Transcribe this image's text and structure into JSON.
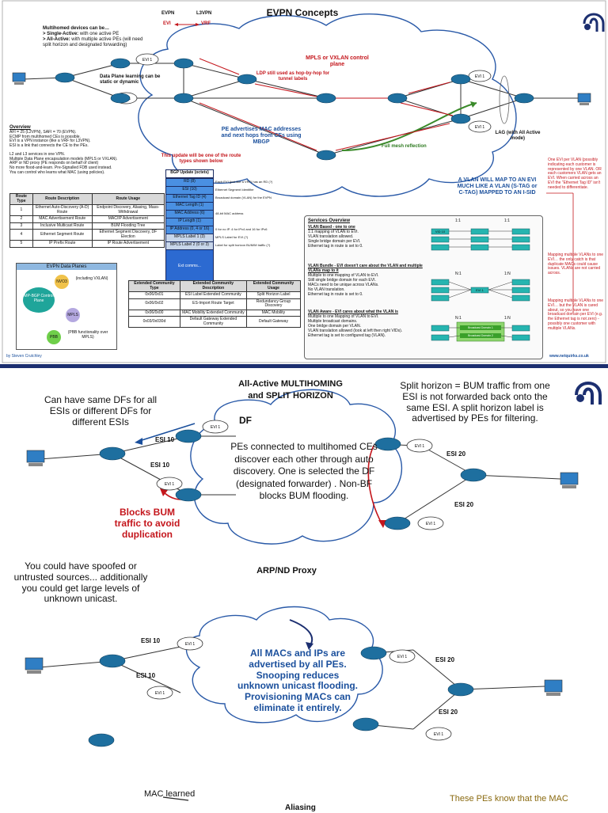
{
  "colors": {
    "accent_red": "#c4161c",
    "accent_blue": "#1a4f9c",
    "cloud_fill": "#ffffff",
    "cloud_border": "#2a5aa8",
    "router": "#1e6f9f",
    "highlight": "#4a90e2"
  },
  "top": {
    "title": "EVPN Concepts",
    "mapping": {
      "evpn": "EVPN",
      "l3vpn": "L3VPN",
      "evi": "EVI",
      "vrf": "VRF"
    },
    "multihomed": {
      "heading": "Multihomed devices can be…",
      "single_b": "> Single-Active:",
      "single": " with one active PE",
      "all_b": "> All-Active:",
      "all": " with multiple active PEs (will need split horizon and designated forwarding)"
    },
    "dp_learning": "Data Plane learning can be static or dynamic",
    "evi_labels": [
      "EVI 1",
      "EVI 1",
      "EVI 1",
      "EVI 1"
    ],
    "mpls_plane": "MPLS or VXLAN control plane",
    "ldp": "LDP still used as hop-by-hop for tunnel labels",
    "pe_adv": "PE advertises MAC addresses and next hops from CEs using MBGP",
    "full_mesh": "Full mesh reflection",
    "lag": "LAG (with All Active mode)",
    "overview": {
      "heading": "Overview",
      "lines": [
        "AFI = 25 (L2VPN), SAFI = 70 (EVPN).",
        "ECMP from multihomed CEs is possible.",
        "EVI is a VPN instance (like a VRF for L3VPN).",
        "ESI is a link that connects the CE to the PEs.",
        "",
        "L2 and L3 services in one VPN.",
        "Multiple Data Plane encapsulation models (MPLS or VXLAN).",
        "ARP or ND proxy (PE responds on behalf of client)",
        "No more flood-and-learn. Pre-Signalled FDB used instead.",
        "You can control who learns what MAC (using policies)."
      ]
    },
    "update_note": "This update will be one of the route types shown below",
    "route_table": {
      "headers": [
        "Route Type",
        "Route Description",
        "Route Usage"
      ],
      "rows": [
        [
          "1",
          "Ethernet Auto-Discovery (A-D) Route",
          "Endpoint Discovery, Aliasing, Mass-Withdrawal"
        ],
        [
          "2",
          "MAC Advertisement Route",
          "MAC/IP Advertisement"
        ],
        [
          "3",
          "Inclusive Multicast Route",
          "BUM Flooding Tree"
        ],
        [
          "4",
          "Ethernet Segment Route",
          "Ethernet Segment Discovery, DF Election"
        ],
        [
          "5",
          "IP Prefix Route",
          "IP Route Advertisement"
        ]
      ]
    },
    "bgp": {
      "title": "BGP Update (octets)",
      "fields": [
        "RD (8)",
        "ESI (10)",
        "Ethernet Tag ID (4)",
        "MAC Length (1)",
        "MAC Address (6)",
        "IP Length (1)",
        "IP Address (0, 4 or 16)",
        "MPLS Label 1 (3)",
        "MPLS Label 2 (0 or 3)",
        "Ext comms..."
      ],
      "notes": [
        "Each EVI (just like a VRF) has an RD (?)",
        "Ethernet Segment Identifier",
        "Broadcast domain (VLAN) for the EVPN",
        "",
        "48-bit MAC address",
        "",
        "0 for no IP. 4 for IPv4 and 16 for IPv6",
        "MPLS Label for EVI (?)",
        "Label for split horizon BUM/M traffic (?)"
      ]
    },
    "dataplanes": {
      "title": "EVPN Data Planes",
      "center": "MP-BGP Control Plane",
      "nvo": "NVO3",
      "mpls": "MPLS",
      "pbb": "PBB",
      "inc_vxlan": "(including VXLAN)",
      "pbb_note": "(PBB functionality over MPLS)"
    },
    "ext_table": {
      "headers": [
        "Extended Community Type",
        "Extended Community Description",
        "Extended Community Usage"
      ],
      "rows": [
        [
          "0x06/0x01",
          "ESI Label Extended Community",
          "Split Horizon Label"
        ],
        [
          "0x06/0x02",
          "ES-Import Route Target",
          "Redundancy Group Discovery"
        ],
        [
          "0x06/0x00",
          "MAC Mobility Extended Community",
          "MAC Mobility"
        ],
        [
          "0x03/0x030d",
          "Default Gateway Extended Community",
          "Default Gateway"
        ]
      ]
    },
    "vlan_map": "A VLAN WILL MAP TO AN EVI MUCH LIKE A VLAN (S-TAG or C-TAG) MAPPED TO AN I-SID",
    "right_notes": [
      "One EVI per VLAN (possibly indicating each customer is represented by one VLAN. OR each customers VLAN gets an EVI. When carried across an EVI the \"Ethernet Tag ID\" isn't needed to differentiate.",
      "Mapping multiple VLANs to one EVI… the only catch is that duplicate MACs could cause issues. VLANs are not carried across.",
      "Mapping multiple VLANs to one EVI… but the VLAN is cared about, so you have one broadcast domain per EVI (e.g. the Ethernet tag is not zero) - possibly one customer with multiple VLANs."
    ],
    "services": {
      "heading": "Services Overview",
      "sections": [
        {
          "title": "VLAN Based - one to one",
          "lines": [
            "1:1 mapping of VLAN to EVI.",
            "VLAN translation allowed.",
            "Single bridge domain per EVI.",
            "Ethernet tag in route is set to 0."
          ],
          "ratio_l": "1:1",
          "ratio_r": "1:1"
        },
        {
          "title": "VLAN Bundle - EVI doesn't care about the VLAN and multiple VLANs map to it",
          "lines": [
            "Multiple to one mapping of VLAN to EVI.",
            "Still single bridge domain for each EVI.",
            "MACs need to be unique across VLANs.",
            "No VLAN translation.",
            "Ethernet tag in route is set to 0."
          ],
          "ratio_l": "N:1",
          "ratio_r": "1:N"
        },
        {
          "title": "VLAN Aware - EVI cares about what the VLAN is",
          "lines": [
            "Multiple to one Mapping of VLAN to EVI.",
            "Multiple broadcast domains.",
            "One bridge domain per VLAN.",
            "VLAN translation allowed (look at left then right VIDs).",
            "Ethernet tag is set to configured tag (VLAN)."
          ],
          "ratio_l": "N:1",
          "ratio_r": "1:N"
        }
      ],
      "vid": "VID 10",
      "evi": "EVI 1",
      "bd1": "Broadcast Domain 1",
      "bd2": "Broadcast Domain 2"
    },
    "author": "by Steven Crutchley",
    "website": "www.netquirks.co.uk"
  },
  "bottom": {
    "title1": "All-Active MULTIHOMING",
    "title2": "and SPLIT HORIZON",
    "dfs": "Can have same DFs for all ESIs or different DFs for different ESIs",
    "df": "DF",
    "block": "Blocks BUM traffic to avoid duplication",
    "cloud1": "PEs connected to multihomed CEs discover each other through auto discovery. One is selected the DF (designated forwarder) . Non-BF blocks BUM flooding.",
    "split": "Split horizon = BUM traffic from one ESI is not forwarded back onto the same ESI. A split horizon label is advertised by PEs for filtering.",
    "esi10": "ESI 10",
    "esi20": "ESI 20",
    "evi1": "EVI 1",
    "arp_title": "ARP/ND Proxy",
    "spoof": "You could have spoofed or untrusted sources... additionally you could get large levels of unknown unicast.",
    "cloud2": "All MACs and IPs are advertised by all PEs. Snooping reduces unknown unicast flooding. Provisioning MACs can eliminate it entirely.",
    "mac_learned": "MAC learned",
    "aliasing": "Aliasing",
    "these_pes": "These PEs know that the MAC"
  }
}
